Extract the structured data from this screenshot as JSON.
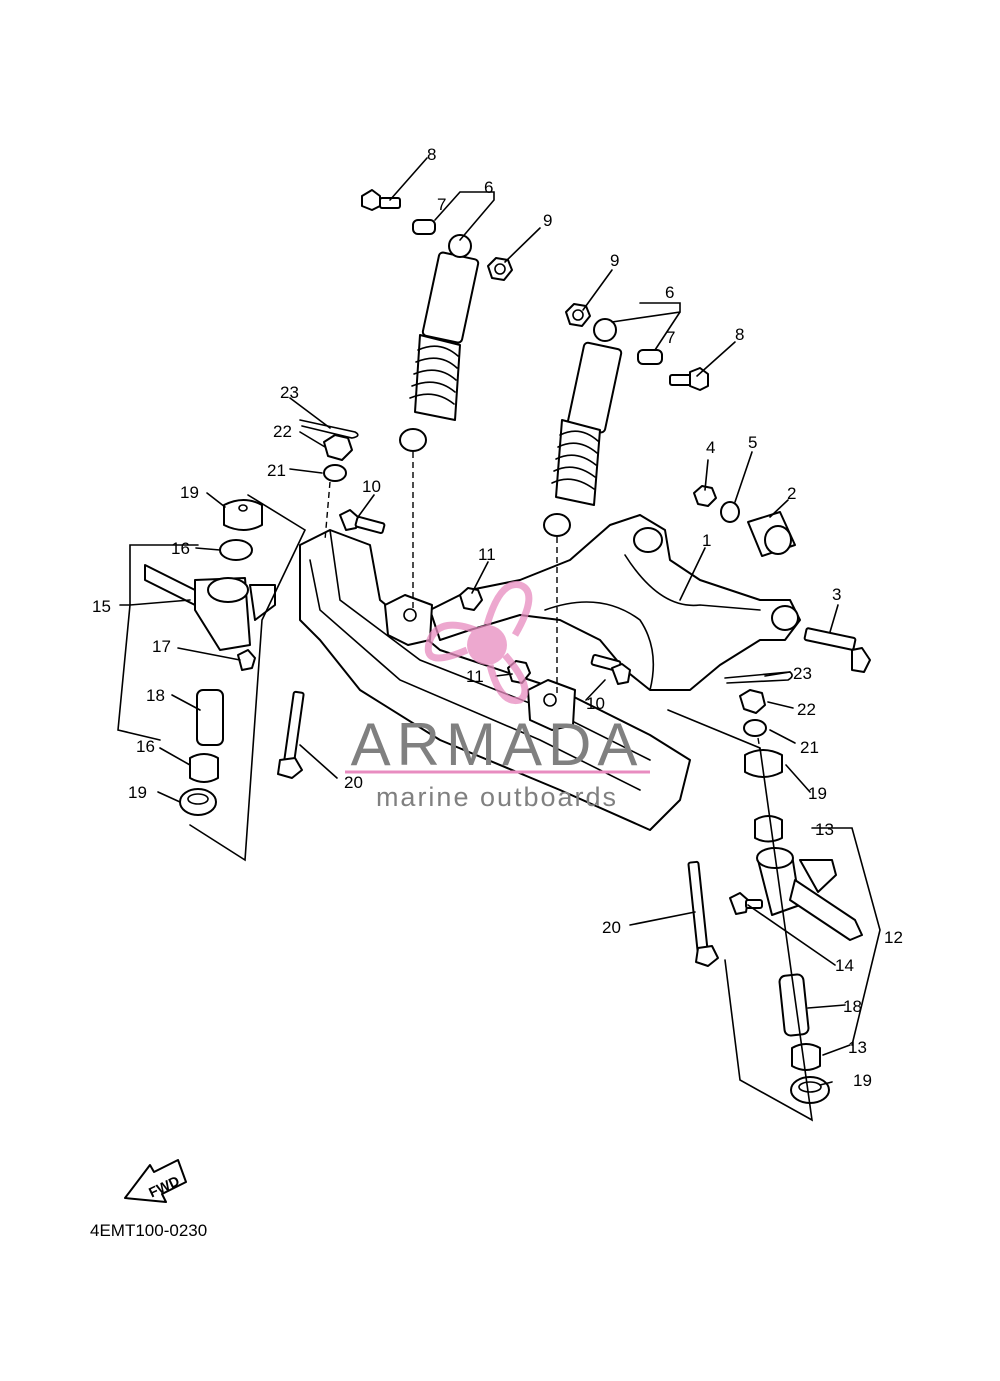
{
  "labels": {
    "l1": "1",
    "l2": "2",
    "l3": "3",
    "l4": "4",
    "l5": "5",
    "l6a": "6",
    "l6b": "6",
    "l7a": "7",
    "l7b": "7",
    "l8a": "8",
    "l8b": "8",
    "l9a": "9",
    "l9b": "9",
    "l10a": "10",
    "l10b": "10",
    "l11a": "11",
    "l11b": "11",
    "l12": "12",
    "l13a": "13",
    "l13b": "13",
    "l14": "14",
    "l15": "15",
    "l16a": "16",
    "l16b": "16",
    "l17": "17",
    "l18a": "18",
    "l18b": "18",
    "l19a": "19",
    "l19b": "19",
    "l19c": "19",
    "l19d": "19",
    "l20a": "20",
    "l20b": "20",
    "l21a": "21",
    "l21b": "21",
    "l22a": "22",
    "l22b": "22",
    "l23a": "23",
    "l23b": "23"
  },
  "watermark": {
    "brand": "ARMADA",
    "tagline": "marine outboards"
  },
  "fwd_arrow": {
    "label": "FWD"
  },
  "diagram_code": "4EMT100-0230",
  "colors": {
    "line": "#000000",
    "watermark_text": "#808080",
    "watermark_logo": "#e88cc0"
  }
}
